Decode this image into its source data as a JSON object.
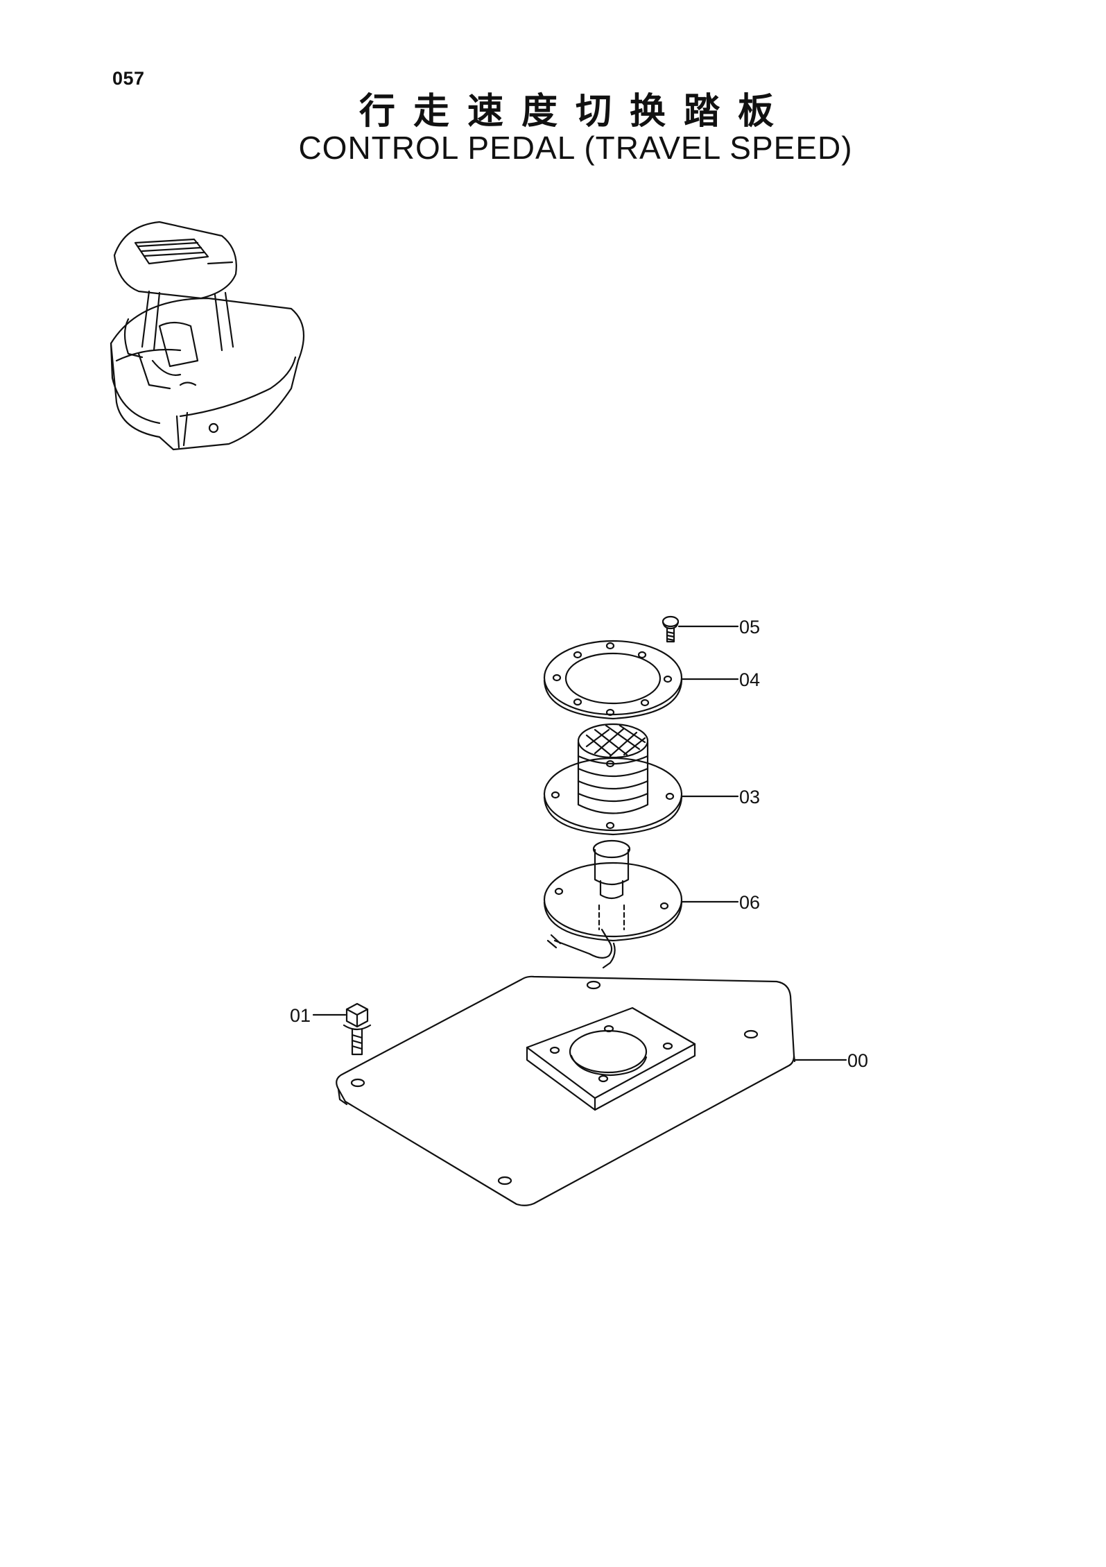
{
  "page": {
    "number": "057",
    "title_cn": "行走速度切换踏板",
    "title_en": "CONTROL PEDAL (TRAVEL SPEED)"
  },
  "callouts": {
    "c00": "00",
    "c01": "01",
    "c03": "03",
    "c04": "04",
    "c05": "05",
    "c06": "06"
  }
}
